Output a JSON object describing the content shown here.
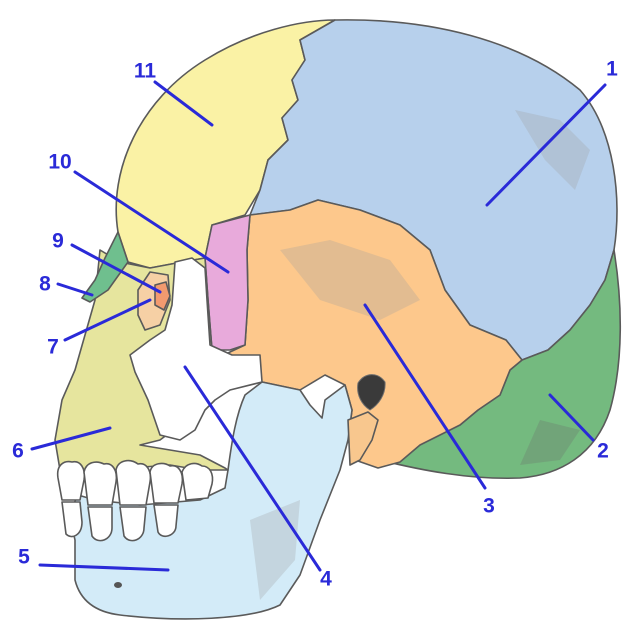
{
  "diagram": {
    "colors": {
      "parietal": "#b7d0ec",
      "occipital": "#74ba7f",
      "temporal": "#fdc88c",
      "zygomatic": "#ffffff",
      "mandible": "#d3ebf8",
      "maxilla": "#e6e59e",
      "lacrimal": "#f29a6f",
      "nasal": "#6fbf8e",
      "ethmoid": "#f6d0a5",
      "sphenoid": "#e8aadb",
      "frontal": "#faf2a5",
      "leader": "#2a2ad8",
      "outline": "#5a5a5a"
    },
    "labels": [
      {
        "id": "1",
        "text": "1"
      },
      {
        "id": "2",
        "text": "2"
      },
      {
        "id": "3",
        "text": "3"
      },
      {
        "id": "4",
        "text": "4"
      },
      {
        "id": "5",
        "text": "5"
      },
      {
        "id": "6",
        "text": "6"
      },
      {
        "id": "7",
        "text": "7"
      },
      {
        "id": "8",
        "text": "8"
      },
      {
        "id": "9",
        "text": "9"
      },
      {
        "id": "10",
        "text": "10"
      },
      {
        "id": "11",
        "text": "11"
      }
    ]
  }
}
